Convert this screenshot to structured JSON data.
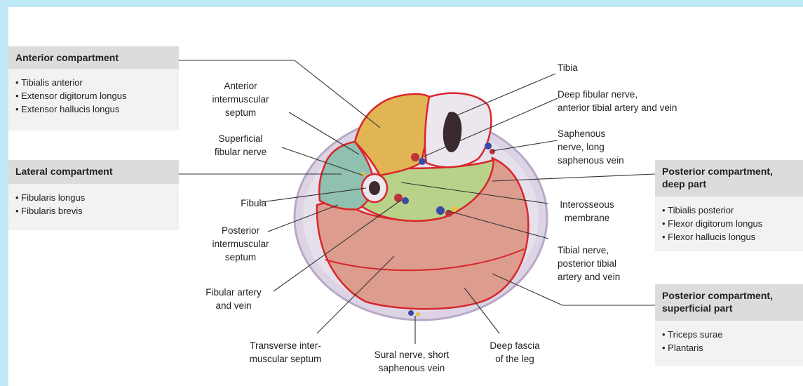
{
  "boxes": {
    "anterior": {
      "title": "Anterior compartment",
      "items": [
        "Tibialis anterior",
        "Extensor digitorum longus",
        "Extensor hallucis longus"
      ]
    },
    "lateral": {
      "title": "Lateral compartment",
      "items": [
        "Fibularis longus",
        "Fibularis brevis"
      ]
    },
    "posterior_deep": {
      "title": "Posterior compartment,\ndeep part",
      "items": [
        "Tibialis posterior",
        "Flexor digitorum longus",
        "Flexor hallucis longus"
      ]
    },
    "posterior_superficial": {
      "title": "Posterior compartment,\nsuperficial part",
      "items": [
        "Triceps surae",
        "Plantaris"
      ]
    }
  },
  "labels": {
    "anterior_septum": "Anterior\nintermuscular\nseptum",
    "superficial_fibular": "Superficial\nfibular nerve",
    "fibula": "Fibula",
    "posterior_septum": "Posterior\nintermuscular\nseptum",
    "fibular_artery": "Fibular artery\nand vein",
    "transverse_septum": "Transverse inter-\nmuscular septum",
    "sural_nerve": "Sural nerve, short\nsaphenous vein",
    "deep_fascia": "Deep fascia\nof the leg",
    "tibia": "Tibia",
    "deep_fibular": "Deep fibular nerve,\nanterior tibial artery and vein",
    "saphenous": "Saphenous\nnerve, long\nsaphenous vein",
    "interosseous": "Interosseous\nmembrane",
    "tibial_nerve": "Tibial nerve,\nposterior tibial\nartery and vein"
  },
  "colors": {
    "background": "#bfe9f6",
    "anterior_muscle": "#e2b554",
    "lateral_muscle": "#8fc0b0",
    "deep_posterior_muscle": "#b8d28a",
    "superficial_posterior_muscle": "#dc9c8e",
    "fascia": "#d8262b",
    "skin": "#dcd3e4",
    "bone": "#ece6ee"
  }
}
